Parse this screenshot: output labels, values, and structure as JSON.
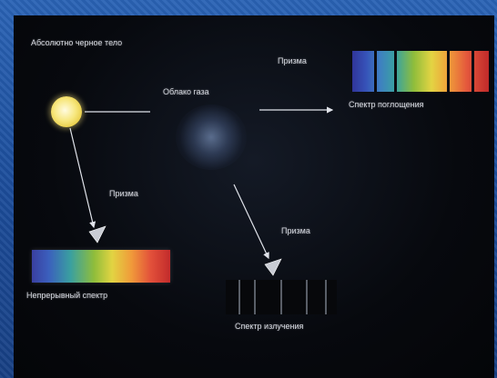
{
  "labels": {
    "blackbody": "Абсолютно черное тело",
    "gas_cloud": "Облако газа",
    "prism_top": "Призма",
    "absorption_spectrum": "Спектр поглощения",
    "prism_left": "Призма",
    "prism_right": "Призма",
    "continuous_spectrum": "Непрерывный спектр",
    "emission_spectrum": "Спектр излучения"
  },
  "colors": {
    "background_blue": "#1d4f9e",
    "panel_black": "#07090e",
    "star_yellow": "#f7e77e",
    "arrow": "#e0e3ea"
  }
}
